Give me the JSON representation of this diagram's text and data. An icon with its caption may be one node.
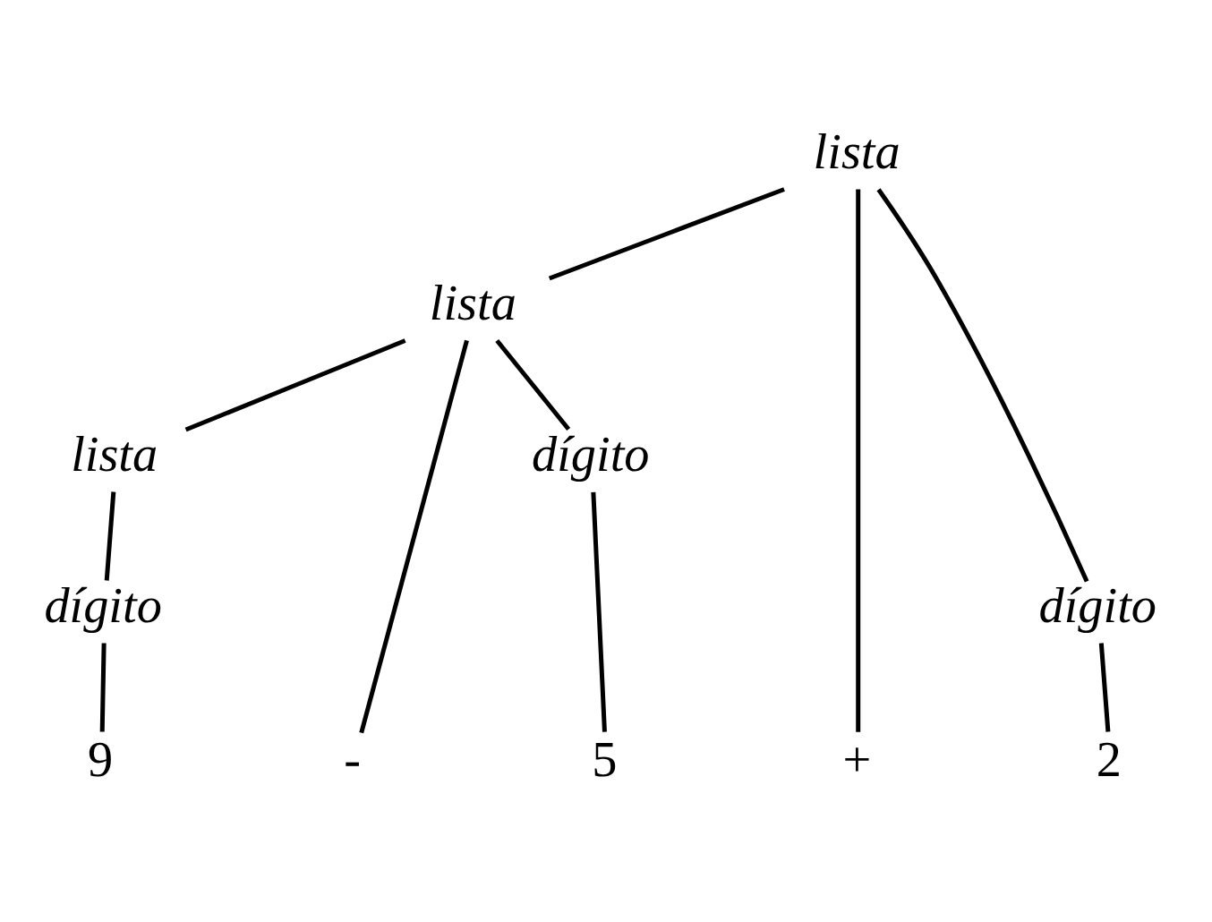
{
  "diagram": {
    "nodes": [
      {
        "text": [
          "lista"
        ]
      },
      {
        "text": [
          "lista"
        ]
      },
      {
        "text": [
          "dígito"
        ]
      },
      {
        "text": [
          "lista"
        ]
      },
      {
        "text": [
          "dígito"
        ]
      },
      {
        "text": [
          "dígito"
        ]
      },
      {
        "text": [
          "9"
        ]
      },
      {
        "text": [
          "-"
        ]
      },
      {
        "text": [
          "5"
        ]
      },
      {
        "text": [
          "+"
        ]
      },
      {
        "text": [
          "2"
        ]
      }
    ],
    "edges": [
      {
        "from": 0,
        "to": 1,
        "arrow": "none"
      },
      {
        "from": 0,
        "to": 9,
        "arrow": "none"
      },
      {
        "from": 0,
        "to": 2,
        "arrow": "none"
      },
      {
        "from": 1,
        "to": 3,
        "arrow": "none"
      },
      {
        "from": 1,
        "to": 7,
        "arrow": "none"
      },
      {
        "from": 1,
        "to": 4,
        "arrow": "none"
      },
      {
        "from": 3,
        "to": 5,
        "arrow": "none"
      },
      {
        "from": 5,
        "to": 6,
        "arrow": "none"
      },
      {
        "from": 4,
        "to": 8,
        "arrow": "none"
      },
      {
        "from": 2,
        "to": 10,
        "arrow": "none"
      }
    ]
  }
}
